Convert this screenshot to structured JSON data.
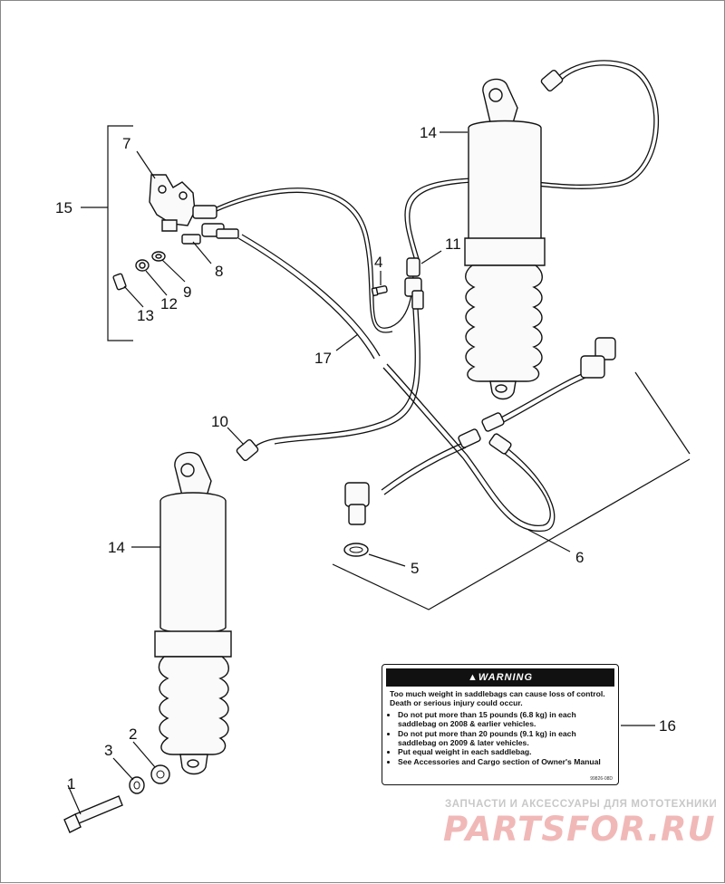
{
  "callouts": {
    "c1": "1",
    "c2": "2",
    "c3": "3",
    "c4": "4",
    "c5": "5",
    "c6": "6",
    "c7": "7",
    "c8": "8",
    "c9": "9",
    "c10": "10",
    "c11": "11",
    "c12": "12",
    "c13": "13",
    "c14a": "14",
    "c14b": "14",
    "c15": "15",
    "c16": "16",
    "c17": "17"
  },
  "warning": {
    "header": "▲WARNING",
    "line1": "Too much weight in saddlebags can cause loss of control. Death or serious injury could occur.",
    "bullets": [
      "Do not put more than 15 pounds (6.8 kg) in each saddlebag on 2008 & earlier vehicles.",
      "Do not put more than 20 pounds (9.1 kg) in each saddlebag on 2009 & later vehicles.",
      "Put equal weight in each saddlebag.",
      "See Accessories and Cargo section of Owner's Manual"
    ],
    "code": "99826-08D"
  },
  "watermark": {
    "top": "ЗАПЧАСТИ И АКСЕССУАРЫ ДЛЯ МОТОТЕХНИКИ",
    "logo": "PARTSFOR.RU"
  }
}
